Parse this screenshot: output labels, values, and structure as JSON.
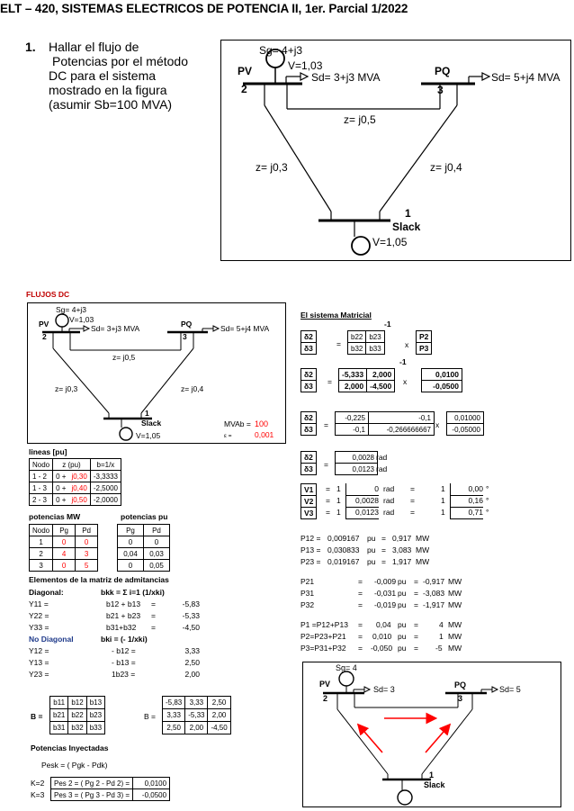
{
  "header": "ELT – 420,  SISTEMAS ELECTRICOS DE POTENCIA II,  1er. Parcial 1/2022",
  "problem": {
    "number": "1.",
    "lines": [
      "Hallar el flujo de",
      "Potencias  por el método",
      "DC para el sistema",
      "mostrado en la figura",
      "(asumir Sb=100 MVA)"
    ]
  },
  "figure1": {
    "sg": "Sg= 4+j3",
    "v2": "V=1,03",
    "pv": "PV",
    "n2": "2",
    "sd2": "Sd= 3+j3 MVA",
    "pq": "PQ",
    "n3": "3",
    "sd3": "Sd= 5+j4 MVA",
    "z23": "z= j0,5",
    "z12": "z= j0,3",
    "z13": "z= j0,4",
    "n1": "1",
    "slack": "Slack",
    "v1": "V=1,05"
  },
  "flujos_title": "FLUJOS DC",
  "figure2": {
    "mvab_label": "MVAb =",
    "mvab_value": "100",
    "eps_label": "ε =",
    "eps_value": "0,001"
  },
  "lineas": {
    "title": "lineas [pu]",
    "headers": [
      "Nodo",
      "z (pu)",
      "b=1/x"
    ],
    "rows": [
      [
        "1 - 2",
        "0 +",
        "j0,30",
        "-3,3333"
      ],
      [
        "1 - 3",
        "0 +",
        "j0,40",
        "-2,5000"
      ],
      [
        "2 - 3",
        "0 +",
        "j0,50",
        "-2,0000"
      ]
    ]
  },
  "potencias_mw": {
    "title": "potencias MW",
    "headers": [
      "Nodo",
      "Pg",
      "Pd"
    ],
    "rows": [
      [
        "1",
        "0",
        "0"
      ],
      [
        "2",
        "4",
        "3"
      ],
      [
        "3",
        "0",
        "5"
      ]
    ]
  },
  "potencias_pu": {
    "title": "potencias pu",
    "headers": [
      "Pg",
      "Pd"
    ],
    "rows": [
      [
        "0",
        "0"
      ],
      [
        "0,04",
        "0,03"
      ],
      [
        "0",
        "0,05"
      ]
    ]
  },
  "admitancias": {
    "title": "Elementos de la matriz de admitancias",
    "diag_label": "Diagonal:",
    "diag_formula": "bkk = Σ i=1 (1/xki)",
    "diag": [
      [
        "Y11 =",
        "b12 + b13",
        "=",
        "-5,83"
      ],
      [
        "Y22 =",
        "b21 + b23",
        "=",
        "-5,33"
      ],
      [
        "Y33 =",
        "b31+b32",
        "=",
        "-4,50"
      ]
    ],
    "nodiag_label": "No Diagonal",
    "nodiag_formula": "bki = (- 1/xki)",
    "nodiag": [
      [
        "Y12 =",
        "- b12 =",
        "3,33"
      ],
      [
        "Y13 =",
        "- b13 =",
        "2,50"
      ],
      [
        "Y23 =",
        "1b23 =",
        "2,00"
      ]
    ]
  },
  "bmatrix": {
    "label": "B =",
    "symbolic": [
      [
        "b11",
        "b12",
        "b13"
      ],
      [
        "b21",
        "b22",
        "b23"
      ],
      [
        "b31",
        "b32",
        "b33"
      ]
    ],
    "numeric": [
      [
        "-5,83",
        "3,33",
        "2,50"
      ],
      [
        "3,33",
        "-5,33",
        "2,00"
      ],
      [
        "2,50",
        "2,00",
        "-4,50"
      ]
    ]
  },
  "inyectadas": {
    "title": "Potencias Inyectadas",
    "formula": "Pesk = ( Pgk - Pdk)",
    "rows": [
      [
        "K=2",
        "Pes 2 = ( Pg 2 - Pd 2) =",
        "0,0100"
      ],
      [
        "K=3",
        "Pes 3 = ( Pg 3 - Pd 3) =",
        "-0,0500"
      ]
    ]
  },
  "matricial": {
    "title": "El sistema Matricial",
    "d2": "δ2",
    "d3": "δ3",
    "eq": "=",
    "x": "x",
    "exp": "-1",
    "b22": "b22",
    "b23": "b23",
    "b32": "b32",
    "b33": "b33",
    "p2": "P2",
    "p3": "P3",
    "m2": [
      [
        "-5,333",
        "2,000"
      ],
      [
        "2,000",
        "-4,500"
      ]
    ],
    "v2": [
      "0,0100",
      "-0,0500"
    ],
    "m3": [
      [
        "-0,225",
        "-0,1"
      ],
      [
        "-0,1",
        "-0,266666667"
      ]
    ],
    "v3": [
      "0,01000",
      "-0,05000"
    ],
    "d2val": "0,0028",
    "d3val": "0,0123",
    "rad": "rad"
  },
  "voltages": [
    [
      "V1",
      "=",
      "1",
      "0",
      "rad",
      "=",
      "1",
      "0,00",
      "°"
    ],
    [
      "V2",
      "=",
      "1",
      "0,0028",
      "rad",
      "=",
      "1",
      "0,16",
      "°"
    ],
    [
      "V3",
      "=",
      "1",
      "0,0123",
      "rad",
      "=",
      "1",
      "0,71",
      "°"
    ]
  ],
  "flows": [
    [
      "P12 =",
      "0,009167",
      "pu",
      "=",
      "0,917",
      "MW"
    ],
    [
      "P13 =",
      "0,030833",
      "pu",
      "=",
      "3,083",
      "MW"
    ],
    [
      "P23 =",
      "0,019167",
      "pu",
      "=",
      "1,917",
      "MW"
    ]
  ],
  "flows_rev": [
    [
      "P21",
      "=",
      "-0,009",
      "pu",
      "=",
      "-0,917",
      "MW"
    ],
    [
      "P31",
      "=",
      "-0,031",
      "pu",
      "=",
      "-3,083",
      "MW"
    ],
    [
      "P32",
      "=",
      "-0,019",
      "pu",
      "=",
      "-1,917",
      "MW"
    ]
  ],
  "sums": [
    [
      "P1 =P12+P13",
      "=",
      "0,04",
      "pu",
      "=",
      "4",
      "MW"
    ],
    [
      "P2=P23+P21",
      "=",
      "0,010",
      "pu",
      "=",
      "1",
      "MW"
    ],
    [
      "P3=P31+P32",
      "=",
      "-0,050",
      "pu",
      "=",
      "-5",
      "MW"
    ]
  ],
  "figure3": {
    "sg": "Sg= 4",
    "pv": "PV",
    "n2": "2",
    "sd2": "Sd= 3",
    "pq": "PQ",
    "n3": "3",
    "sd3": "Sd= 5",
    "n1": "1",
    "slack": "Slack",
    "arrow_color": "#ff0000"
  }
}
